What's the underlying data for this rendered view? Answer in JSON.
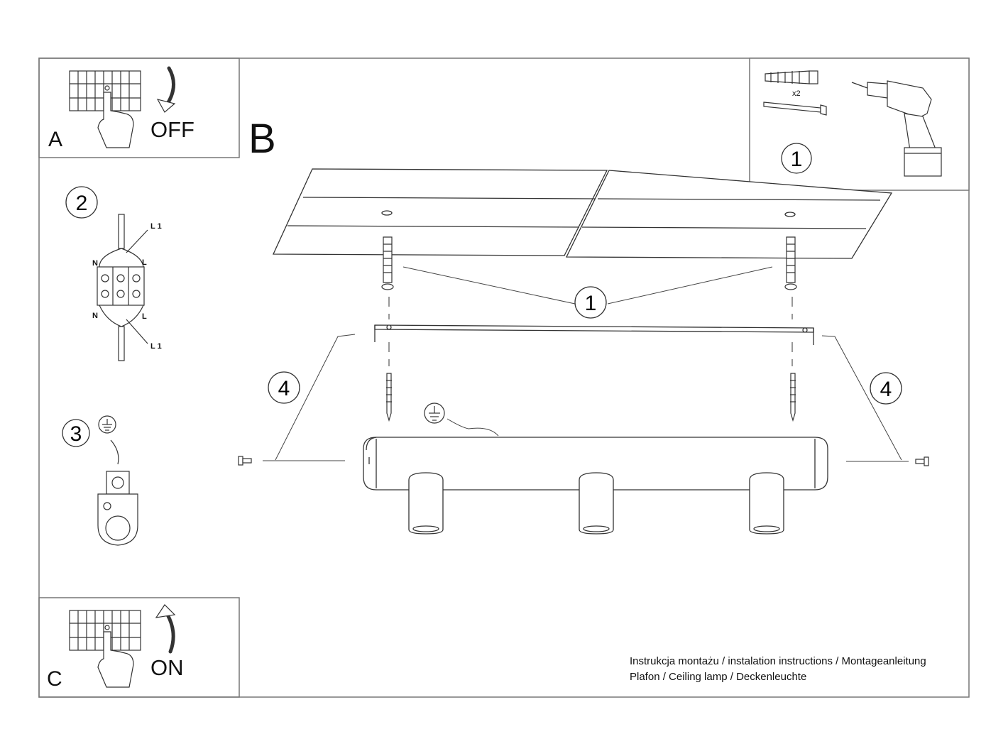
{
  "panels": {
    "a": {
      "letter": "A",
      "switch_word": "OFF"
    },
    "c": {
      "letter": "C",
      "switch_word": "ON"
    }
  },
  "main": {
    "letter": "B"
  },
  "steps": {
    "one": "1",
    "two": "2",
    "three": "3",
    "four": "4"
  },
  "tools": {
    "quantity": "x2"
  },
  "wiring": {
    "phase_top": "L 1",
    "phase_bottom": "L 1",
    "neutral_in": "N",
    "neutral_out": "N",
    "live_in": "L",
    "live_out": "L"
  },
  "footer": {
    "line1": "Instrukcja montażu / instalation instructions / Montageanleitung",
    "line2": "Plafon / Ceiling lamp / Deckenleuchte"
  }
}
